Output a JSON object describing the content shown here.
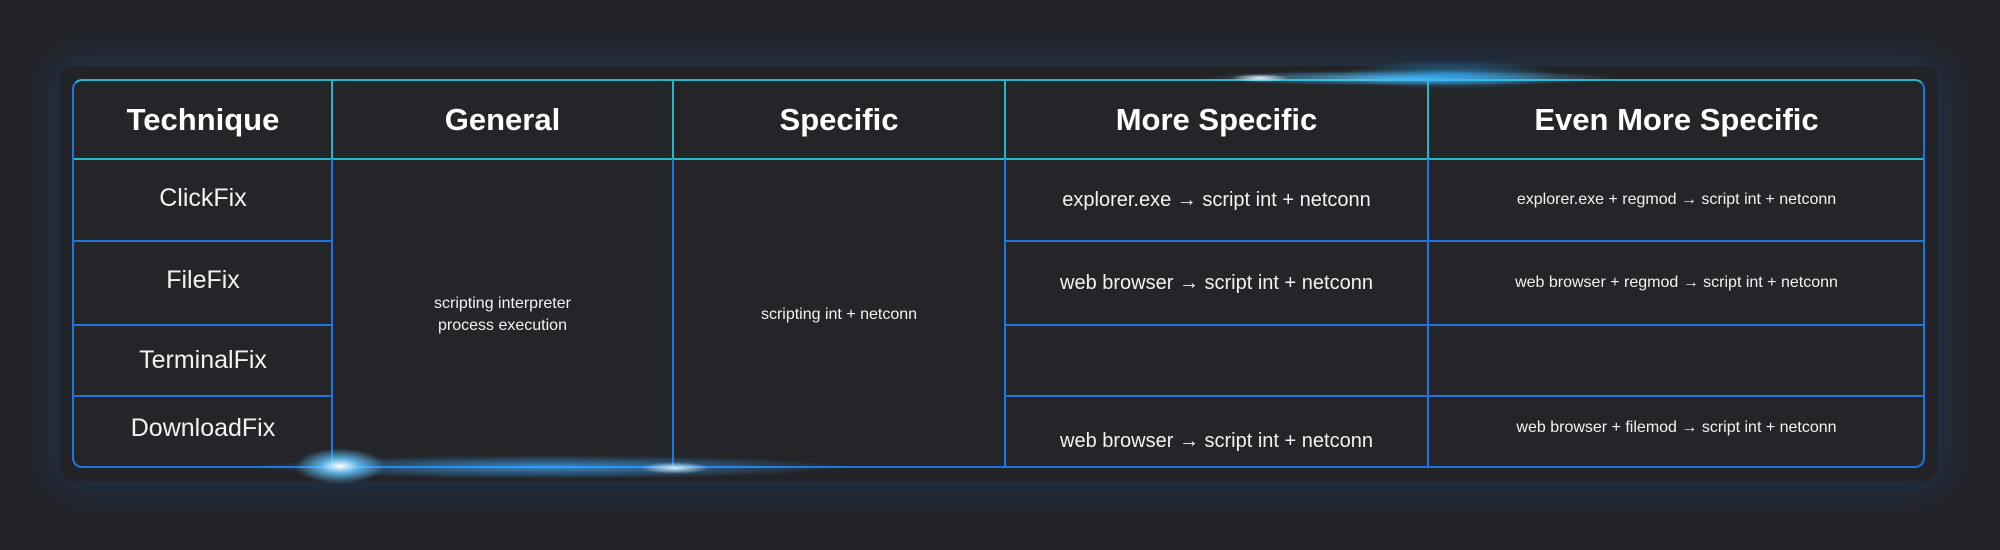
{
  "headers": [
    "Technique",
    "General",
    "Specific",
    "More Specific",
    "Even More Specific"
  ],
  "techniques": [
    "ClickFix",
    "FileFix",
    "TerminalFix",
    "DownloadFix"
  ],
  "general": {
    "line1": "scripting interpreter",
    "line2": "process execution"
  },
  "specific": "scripting int + netconn",
  "more_specific": [
    "explorer.exe → script int + netconn",
    "web browser → script int + netconn",
    "",
    "web browser → script int + netconn"
  ],
  "even_more_specific": [
    "explorer.exe + regmod → script int + netconn",
    "web browser + regmod → script int + netconn",
    "",
    "web browser + filemod → script int + netconn"
  ],
  "colors": {
    "header_border": "#2ab6c9",
    "body_border": "#1f74e0",
    "background": "#222326"
  }
}
